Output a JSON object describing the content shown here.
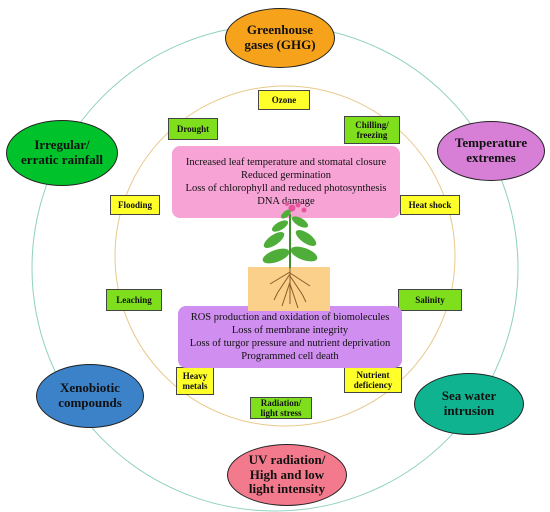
{
  "outer_factors": {
    "greenhouse_gases": "Greenhouse\ngases (GHG)",
    "temperature_extremes": "Temperature\nextremes",
    "sea_water_intrusion": "Sea water\nintrusion",
    "uv_radiation": "UV radiation/\nHigh and low\nlight intensity",
    "xenobiotic_compounds": "Xenobiotic\ncompounds",
    "irregular_rainfall": "Irregular/\nerratic rainfall"
  },
  "inner_stresses": {
    "ozone": "Ozone",
    "chilling_freezing": "Chilling/\nfreezing",
    "heat_shock": "Heat shock",
    "salinity": "Salinity",
    "nutrient_deficiency": "Nutrient\ndeficiency",
    "radiation_light_stress": "Radiation/\nlight stress",
    "heavy_metals": "Heavy\nmetals",
    "leaching": "Leaching",
    "flooding": "Flooding",
    "drought": "Drought"
  },
  "effects_top": [
    "Increased leaf temperature and stomatal closure",
    "Reduced germination",
    "Loss of chlorophyll and reduced photosynthesis",
    "DNA damage"
  ],
  "effects_bottom": [
    "ROS production and oxidation of biomolecules",
    "Loss of membrane  integrity",
    "Loss of turgor pressure and nutrient deprivation",
    "Programmed  cell death"
  ],
  "colors": {
    "greenhouse_gases": "#f7a21b",
    "temperature_extremes": "#d77fd6",
    "sea_water_intrusion": "#0fb38f",
    "uv_radiation": "#f27a8c",
    "xenobiotic_compounds": "#3b82c9",
    "irregular_rainfall": "#00c22b",
    "stress_green": "#7fdf1c",
    "stress_yellow": "#ffff2a",
    "panel_pink": "#f7a3d6",
    "panel_violet": "#d08ef0",
    "soil": "#fbd08a",
    "outer_ring": "#8fd0c0",
    "inner_ring": "#e8c88a"
  }
}
